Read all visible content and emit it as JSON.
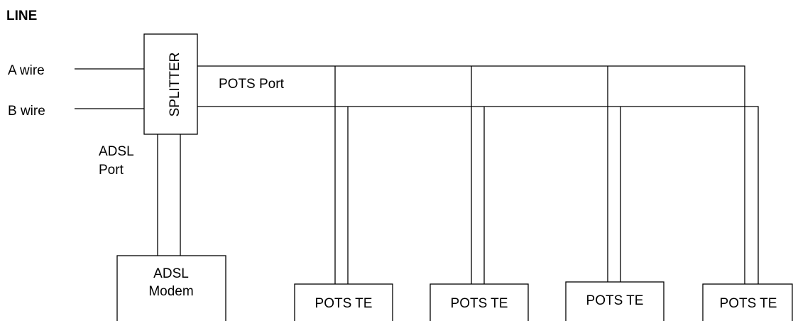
{
  "title": "LINE",
  "wires": {
    "a_label": "A wire",
    "b_label": "B wire"
  },
  "splitter": {
    "label": "SPLITTER"
  },
  "ports": {
    "pots_label": "POTS Port",
    "adsl_label_line1": "ADSL",
    "adsl_label_line2": "Port"
  },
  "modem": {
    "line1": "ADSL",
    "line2": "Modem"
  },
  "terminals": [
    {
      "label": "POTS TE"
    },
    {
      "label": "POTS TE"
    },
    {
      "label": "POTS TE"
    },
    {
      "label": "POTS TE"
    }
  ]
}
